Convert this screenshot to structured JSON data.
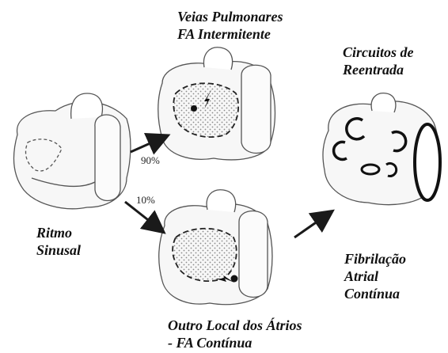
{
  "labels": {
    "sinus_line1": "Ritmo",
    "sinus_line2": "Sinusal",
    "pulmonary_line1": "Veias Pulmonares",
    "pulmonary_line2": "FA Intermitente",
    "reentry_line1": "Circuitos de",
    "reentry_line2": "Reentrada",
    "other_line1": "Outro Local dos Átrios",
    "other_line2": "- FA Contínua",
    "fibrillation_line1": "Fibrilação",
    "fibrillation_line2": "Atrial",
    "fibrillation_line3": "Contínua"
  },
  "percentages": {
    "upper": "90%",
    "lower": "10%"
  },
  "colors": {
    "ink": "#1a1a1a",
    "sketch": "#555555",
    "stipple": "#9a9a9a",
    "background": "#ffffff"
  }
}
